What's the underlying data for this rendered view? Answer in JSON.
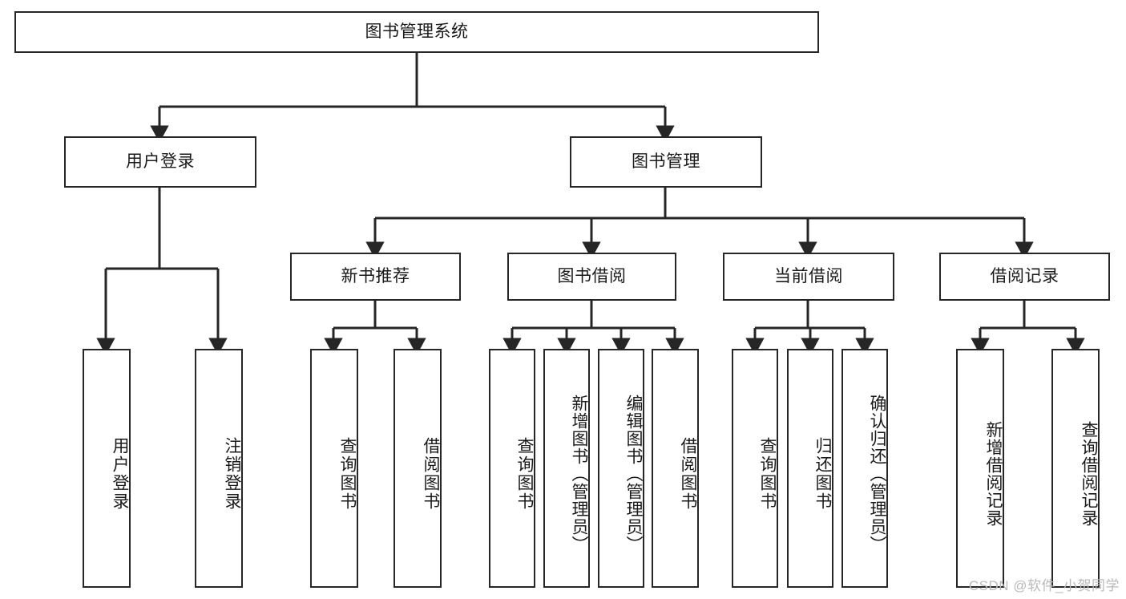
{
  "diagram": {
    "title": "图书管理系统",
    "type": "tree-hierarchy-chart",
    "root": {
      "label": "图书管理系统"
    },
    "level2": [
      {
        "label": "用户登录"
      },
      {
        "label": "图书管理"
      }
    ],
    "level3": [
      {
        "label": "新书推荐"
      },
      {
        "label": "图书借阅"
      },
      {
        "label": "当前借阅"
      },
      {
        "label": "借阅记录"
      }
    ],
    "leaves": {
      "user_login": [
        {
          "label": "用户登录"
        },
        {
          "label": "注销登录"
        }
      ],
      "new_book_recommend": [
        {
          "label": "查询图书"
        },
        {
          "label": "借阅图书"
        }
      ],
      "book_borrow": [
        {
          "label": "查询图书"
        },
        {
          "label": "新增图书（管理员）"
        },
        {
          "label": "编辑图书（管理员）"
        },
        {
          "label": "借阅图书"
        }
      ],
      "current_borrow": [
        {
          "label": "查询图书"
        },
        {
          "label": "归还图书"
        },
        {
          "label": "确认归还（管理员）"
        }
      ],
      "borrow_record": [
        {
          "label": "新增借阅记录"
        },
        {
          "label": "查询借阅记录"
        }
      ]
    }
  },
  "watermark": {
    "text": "CSDN @软件_小贺同学"
  },
  "colors": {
    "stroke": "#262626",
    "fill": "#ffffff",
    "text": "#1a1a1a",
    "watermark": "#b9b9b9"
  }
}
